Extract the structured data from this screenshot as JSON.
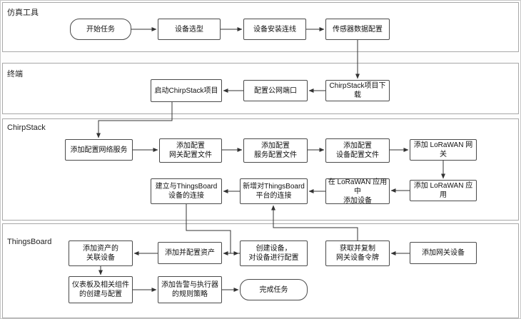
{
  "lanes": [
    {
      "label": "仿真工具"
    },
    {
      "label": "终端"
    },
    {
      "label": "ChirpStack"
    },
    {
      "label": "ThingsBoard"
    }
  ],
  "nodes": {
    "start": "开始任务",
    "device_selection": "设备选型",
    "device_wiring": "设备安装连线",
    "sensor_config": "传感器数据配置",
    "cs_download": "ChirpStack项目下载",
    "public_port": "配置公网端口",
    "cs_launch": "启动ChirpStack项目",
    "network_service": "添加配置网络服务",
    "gateway_profile": "添加配置\n网关配置文件",
    "service_profile": "添加配置\n服务配置文件",
    "device_profile": "添加配置\n设备配置文件",
    "add_lorawan_gateway": "添加 LoRaWAN 网关",
    "add_lorawan_app": "添加 LoRaWAN 应用",
    "add_device_in_app": "在 LoRaWAN 应用中\n添加设备",
    "new_tb_connection": "新增对ThingsBoard\n平台的连接",
    "link_tb_device": "建立与ThingsBoard\n设备的连接",
    "add_gateway_device": "添加网关设备",
    "copy_gateway_token": "获取并复制\n网关设备令牌",
    "create_device": "创建设备，\n对设备进行配置",
    "add_asset": "添加并配置资产",
    "asset_devices": "添加资产的\n关联设备",
    "dashboard": "仪表板及相关组件\n的创建与配置",
    "alarm_rules": "添加告警与执行器\n的规则策略",
    "finish": "完成任务"
  }
}
